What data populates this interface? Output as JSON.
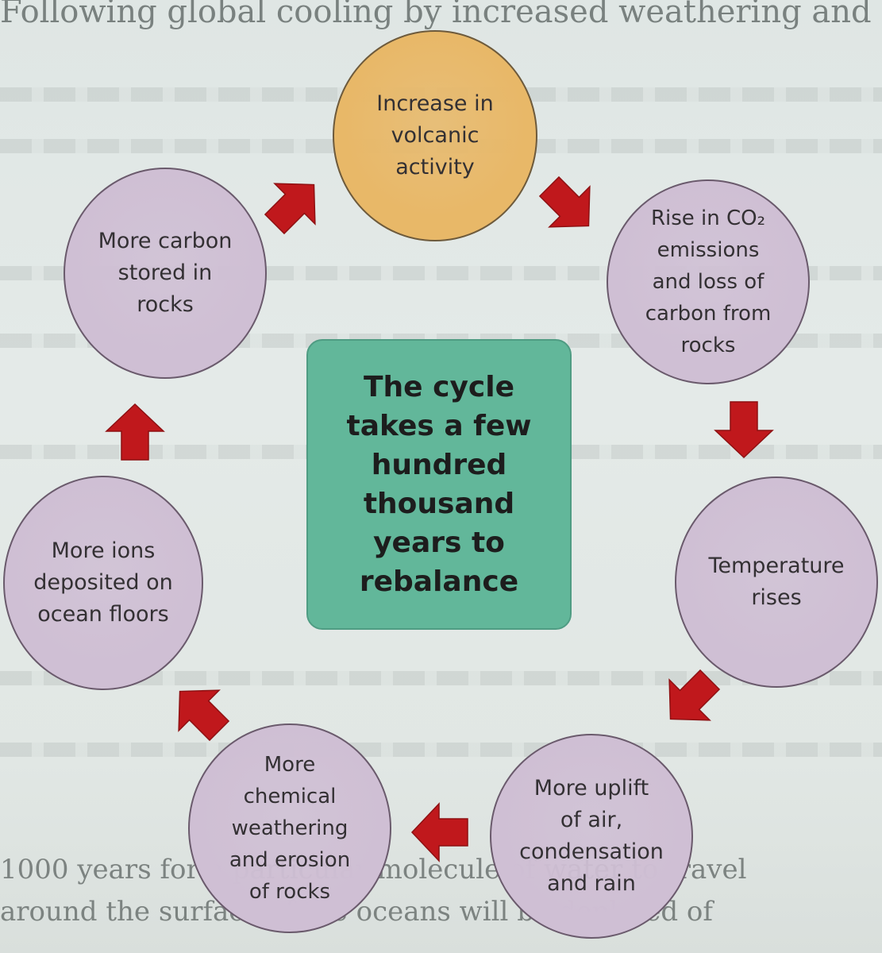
{
  "background_text": {
    "top": "Following global cooling by increased weathering and",
    "bottom_line_1": "1000 years for a particular molecule of water to travel",
    "bottom_line_2": "around the surface of the oceans will be depleted of"
  },
  "nodes": [
    {
      "id": "volcanic",
      "label": "Increase in\nvolcanic\nactivity",
      "color": "#e8b868"
    },
    {
      "id": "co2",
      "label": "Rise in CO₂\nemissions\nand loss of\ncarbon from\nrocks",
      "color": "#cfbfd4"
    },
    {
      "id": "temperature",
      "label": "Temperature\nrises",
      "color": "#cfbfd4"
    },
    {
      "id": "uplift",
      "label": "More uplift\nof air,\ncondensation\nand rain",
      "color": "#cfbfd4"
    },
    {
      "id": "weathering",
      "label": "More\nchemical\nweathering\nand erosion\nof rocks",
      "color": "#cfbfd4"
    },
    {
      "id": "ions",
      "label": "More ions\ndeposited on\nocean floors",
      "color": "#cfbfd4"
    },
    {
      "id": "carbon",
      "label": "More carbon\nstored in\nrocks",
      "color": "#cfbfd4"
    }
  ],
  "centre": {
    "label": "The cycle\ntakes a few\nhundred\nthousand\nyears to\nrebalance",
    "color": "#62b79a"
  },
  "arrow_color": "#c0181c",
  "arrow_icon": "red-block-arrow-icon"
}
